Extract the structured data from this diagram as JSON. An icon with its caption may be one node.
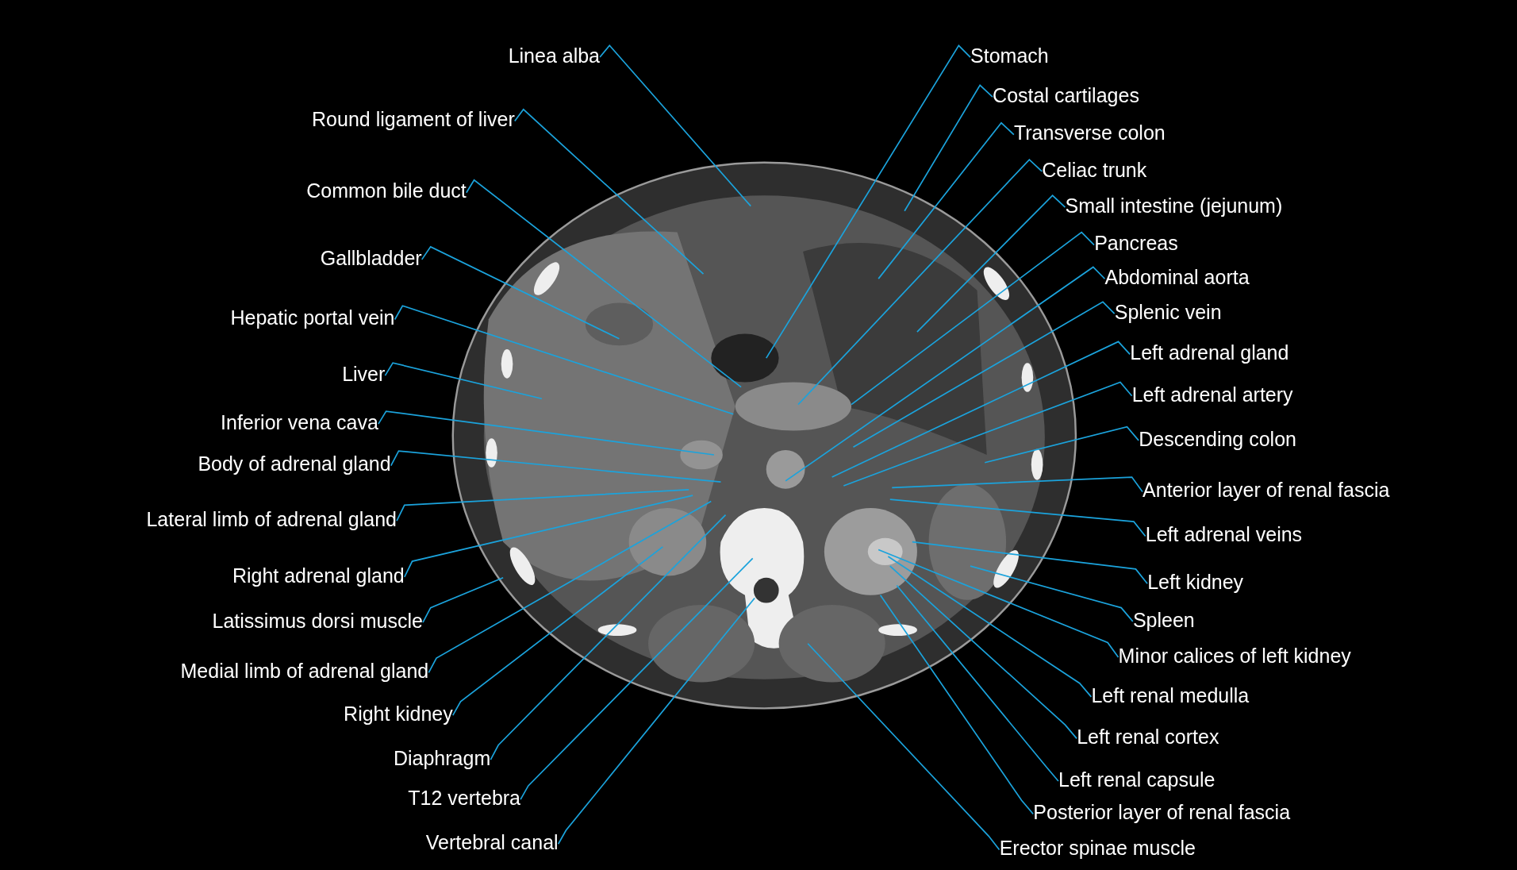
{
  "diagram": {
    "nodes": [
      {
        "text": [
          "Linea alba"
        ]
      },
      {
        "text": [
          "Round ligament of liver"
        ]
      },
      {
        "text": [
          "Common bile duct"
        ]
      },
      {
        "text": [
          "Gallbladder"
        ]
      },
      {
        "text": [
          "Hepatic portal vein"
        ]
      },
      {
        "text": [
          "Liver"
        ]
      },
      {
        "text": [
          "Inferior vena cava"
        ]
      },
      {
        "text": [
          "Body of adrenal gland"
        ]
      },
      {
        "text": [
          "Lateral limb of adrenal gland"
        ]
      },
      {
        "text": [
          "Right adrenal gland"
        ]
      },
      {
        "text": [
          "Latissimus dorsi muscle"
        ]
      },
      {
        "text": [
          "Medial limb of adrenal gland"
        ]
      },
      {
        "text": [
          "Right kidney"
        ]
      },
      {
        "text": [
          "Diaphragm"
        ]
      },
      {
        "text": [
          "T12 vertebra"
        ]
      },
      {
        "text": [
          "Vertebral canal"
        ]
      },
      {
        "text": [
          "Stomach"
        ]
      },
      {
        "text": [
          "Costal cartilages"
        ]
      },
      {
        "text": [
          "Transverse colon"
        ]
      },
      {
        "text": [
          "Celiac trunk"
        ]
      },
      {
        "text": [
          "Small intestine (jejunum)"
        ]
      },
      {
        "text": [
          "Pancreas"
        ]
      },
      {
        "text": [
          "Abdominal aorta"
        ]
      },
      {
        "text": [
          "Splenic vein"
        ]
      },
      {
        "text": [
          "Left adrenal gland"
        ]
      },
      {
        "text": [
          "Left adrenal artery"
        ]
      },
      {
        "text": [
          "Descending colon"
        ]
      },
      {
        "text": [
          "Anterior layer of renal fascia"
        ]
      },
      {
        "text": [
          "Left adrenal veins"
        ]
      },
      {
        "text": [
          "Left kidney"
        ]
      },
      {
        "text": [
          "Spleen"
        ]
      },
      {
        "text": [
          "Minor calices of left kidney"
        ]
      },
      {
        "text": [
          "Left renal medulla"
        ]
      },
      {
        "text": [
          "Left renal cortex"
        ]
      },
      {
        "text": [
          "Left renal capsule"
        ]
      },
      {
        "text": [
          "Posterior layer of renal fascia"
        ]
      },
      {
        "text": [
          "Erector spinae muscle"
        ]
      }
    ],
    "edges": [
      {
        "from": 0,
        "to": null,
        "arrow": "none"
      },
      {
        "from": 1,
        "to": null,
        "arrow": "none"
      },
      {
        "from": 2,
        "to": null,
        "arrow": "none"
      },
      {
        "from": 3,
        "to": null,
        "arrow": "none"
      },
      {
        "from": 4,
        "to": null,
        "arrow": "none"
      },
      {
        "from": 5,
        "to": null,
        "arrow": "none"
      },
      {
        "from": 6,
        "to": null,
        "arrow": "none"
      },
      {
        "from": 7,
        "to": null,
        "arrow": "none"
      },
      {
        "from": 8,
        "to": null,
        "arrow": "none"
      },
      {
        "from": 9,
        "to": null,
        "arrow": "none"
      },
      {
        "from": 10,
        "to": null,
        "arrow": "none"
      },
      {
        "from": 11,
        "to": null,
        "arrow": "none"
      },
      {
        "from": 12,
        "to": null,
        "arrow": "none"
      },
      {
        "from": 13,
        "to": null,
        "arrow": "none"
      },
      {
        "from": 14,
        "to": null,
        "arrow": "none"
      },
      {
        "from": 15,
        "to": null,
        "arrow": "none"
      },
      {
        "from": 16,
        "to": null,
        "arrow": "none"
      },
      {
        "from": 17,
        "to": null,
        "arrow": "none"
      },
      {
        "from": 18,
        "to": null,
        "arrow": "none"
      },
      {
        "from": 19,
        "to": null,
        "arrow": "none"
      },
      {
        "from": 20,
        "to": null,
        "arrow": "none"
      },
      {
        "from": 21,
        "to": null,
        "arrow": "none"
      },
      {
        "from": 22,
        "to": null,
        "arrow": "none"
      },
      {
        "from": 23,
        "to": null,
        "arrow": "none"
      },
      {
        "from": 24,
        "to": null,
        "arrow": "none"
      },
      {
        "from": 25,
        "to": null,
        "arrow": "none"
      },
      {
        "from": 26,
        "to": null,
        "arrow": "none"
      },
      {
        "from": 27,
        "to": null,
        "arrow": "none"
      },
      {
        "from": 28,
        "to": null,
        "arrow": "none"
      },
      {
        "from": 29,
        "to": null,
        "arrow": "none"
      },
      {
        "from": 30,
        "to": null,
        "arrow": "none"
      },
      {
        "from": 31,
        "to": null,
        "arrow": "none"
      },
      {
        "from": 32,
        "to": null,
        "arrow": "none"
      },
      {
        "from": 33,
        "to": null,
        "arrow": "none"
      },
      {
        "from": 34,
        "to": null,
        "arrow": "none"
      },
      {
        "from": 35,
        "to": null,
        "arrow": "none"
      },
      {
        "from": 36,
        "to": null,
        "arrow": "none"
      }
    ]
  }
}
